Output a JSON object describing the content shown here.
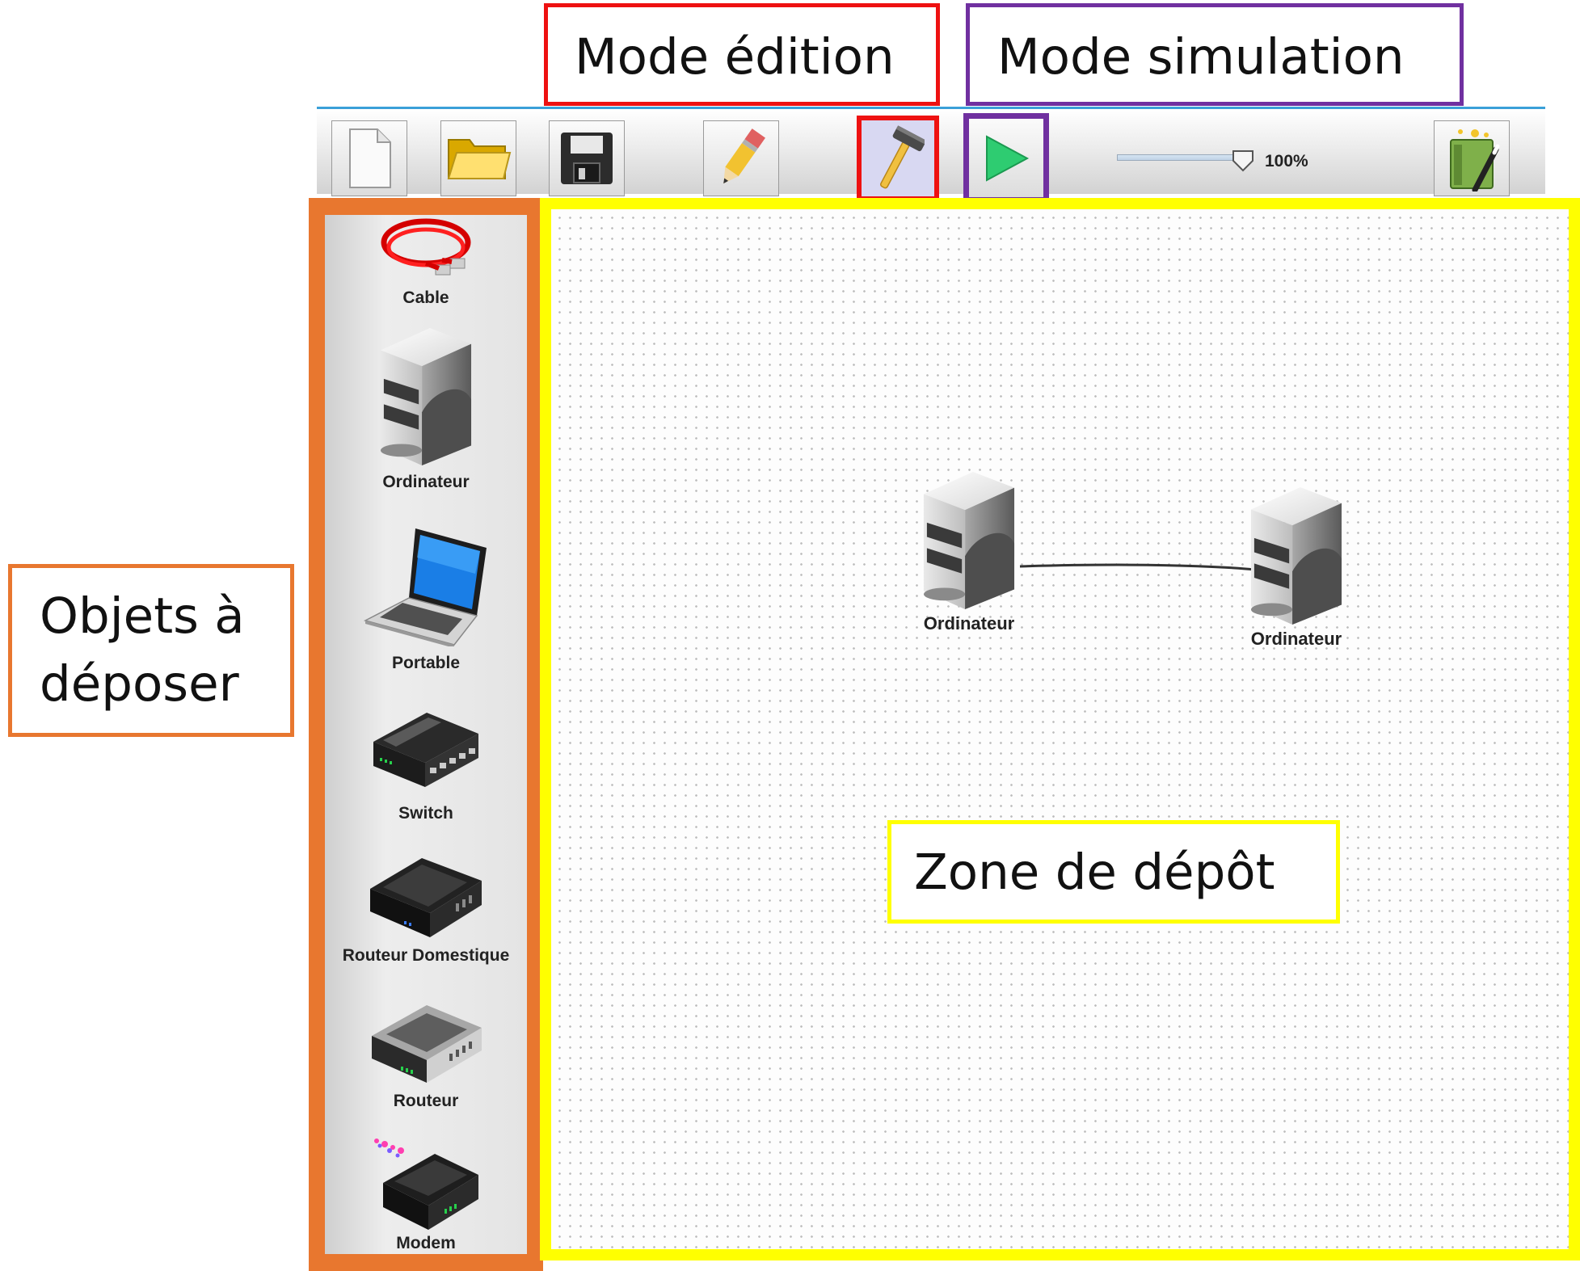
{
  "callouts": {
    "mode_edition": "Mode édition",
    "mode_simulation": "Mode simulation",
    "objets_line1": "Objets à",
    "objets_line2": "déposer",
    "zone_depot": "Zone de dépôt"
  },
  "toolbar": {
    "zoom_label": "100%",
    "zoom_value_percent": 100,
    "tools": [
      "new-document-icon",
      "open-folder-icon",
      "save-icon",
      "pencil-icon",
      "hammer-icon",
      "play-icon",
      "magic-book-icon"
    ]
  },
  "palette": {
    "items": [
      {
        "label": "Cable",
        "icon": "cable-icon"
      },
      {
        "label": "Ordinateur",
        "icon": "computer-icon"
      },
      {
        "label": "Portable",
        "icon": "laptop-icon"
      },
      {
        "label": "Switch",
        "icon": "switch-icon"
      },
      {
        "label": "Routeur Domestique",
        "icon": "home-router-icon"
      },
      {
        "label": "Routeur",
        "icon": "router-icon"
      },
      {
        "label": "Modem",
        "icon": "modem-icon"
      }
    ]
  },
  "canvas": {
    "nodes": [
      {
        "label": "Ordinateur",
        "icon": "computer-icon"
      },
      {
        "label": "Ordinateur",
        "icon": "computer-icon"
      }
    ]
  },
  "colors": {
    "edition_highlight": "#ee1111",
    "simulation_highlight": "#7030a0",
    "palette_highlight": "#e8772f",
    "dropzone_highlight": "#ffff00",
    "toolbar_accent": "#3aa0d8"
  }
}
